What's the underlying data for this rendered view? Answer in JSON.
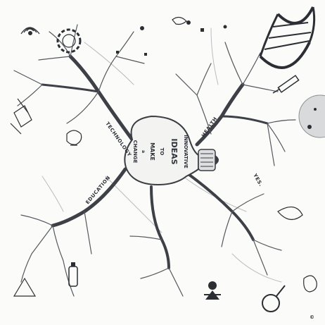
{
  "center": {
    "lines": [
      "INNOVATIVE",
      "IDEAS",
      "TO",
      "MAKE",
      "a",
      "CHANGE"
    ]
  },
  "branch_labels": {
    "technology": "TECHNOLOGY",
    "health": "HEALTH",
    "education": "EDUCATION"
  },
  "misc_text": {
    "yes": "YES.",
    "corner_mark": "©"
  }
}
